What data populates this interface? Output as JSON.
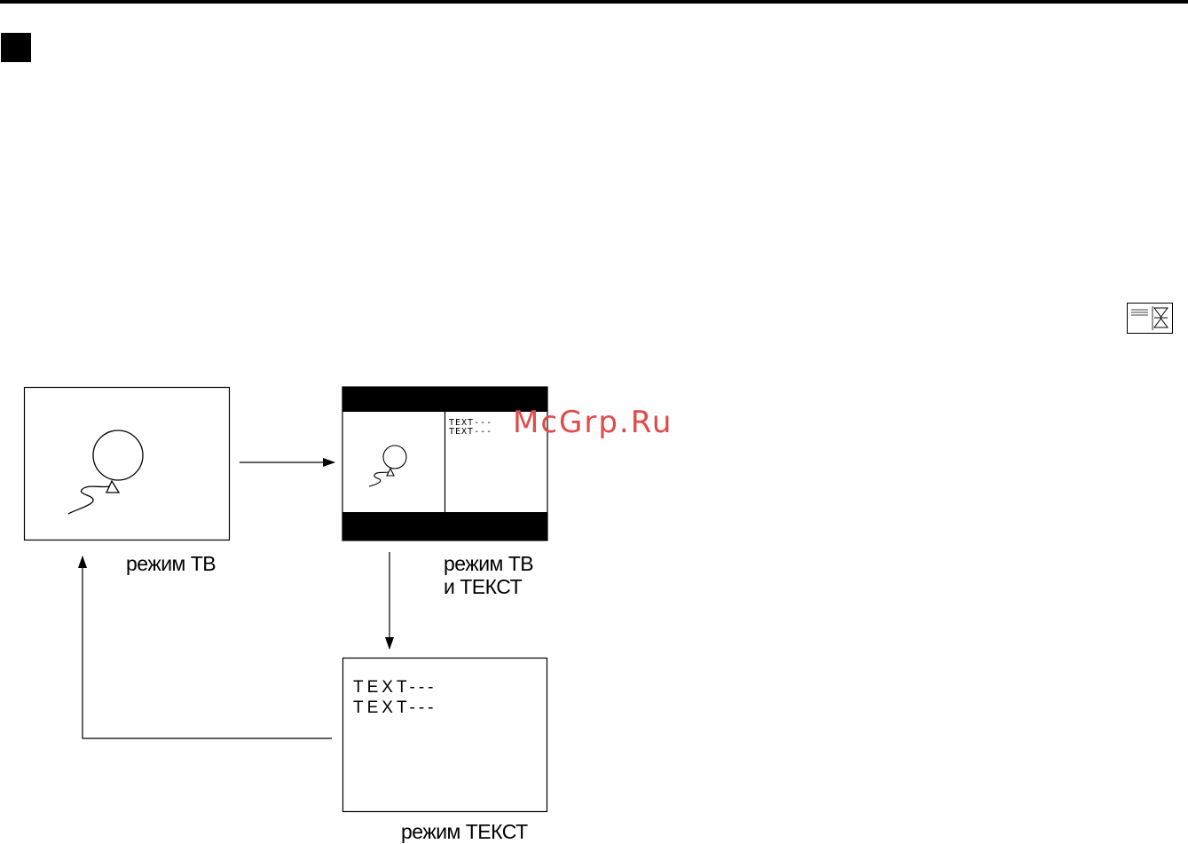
{
  "labels": {
    "tv_mode": "режим ТВ",
    "tv_text_mode_line1": "режим ТВ",
    "tv_text_mode_line2": "и ТЕКСТ",
    "text_mode": "режим ТЕКСТ"
  },
  "screens": {
    "mixed_text_line1": "TEXT---",
    "mixed_text_line2": "TEXT---",
    "text_line1": "TEXT---",
    "text_line2": "TEXT---"
  },
  "icons": {
    "section_marker": "black-square-icon",
    "teletext_button": "teletext-mix-icon",
    "balloon": "balloon-icon"
  },
  "watermark": "McGrp.Ru"
}
